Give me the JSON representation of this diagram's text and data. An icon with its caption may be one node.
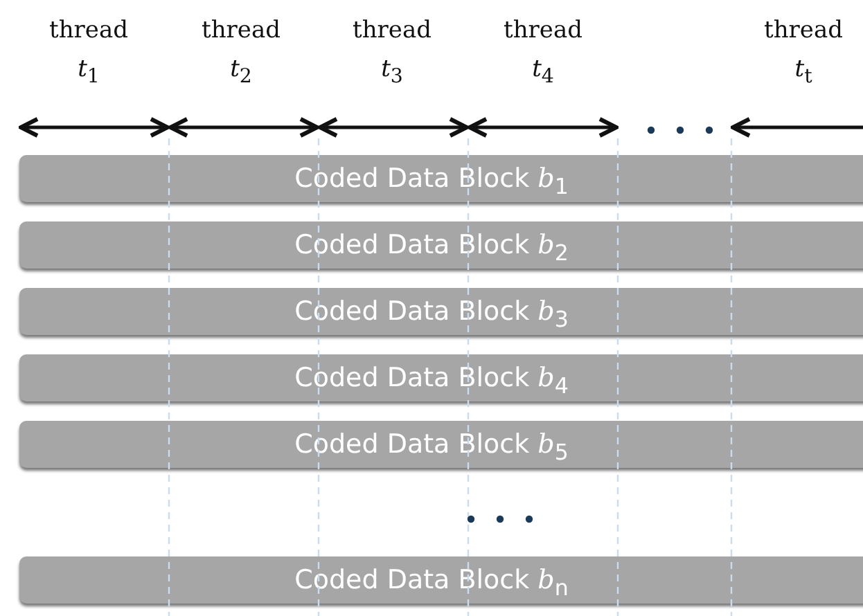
{
  "diagram": {
    "nodes": [
      {
        "text": [
          "Coded Data Block *b*$_{1}$"
        ]
      },
      {
        "text": [
          "Coded Data Block *b*$_{2}$"
        ]
      },
      {
        "text": [
          "Coded Data Block *b*$_{3}$"
        ]
      },
      {
        "text": [
          "Coded Data Block *b*$_{4}$"
        ]
      },
      {
        "text": [
          "Coded Data Block *b*$_{5}$"
        ]
      },
      {
        "text": [
          "Coded Data Block *b*$_{n}$"
        ]
      }
    ],
    "edges": [],
    "labels": [
      "thread *t*$_{1}$",
      "thread *t*$_{2}$",
      "thread *t*$_{3}$",
      "thread *t*$_{4}$",
      "thread *t*$_{t}$"
    ]
  }
}
